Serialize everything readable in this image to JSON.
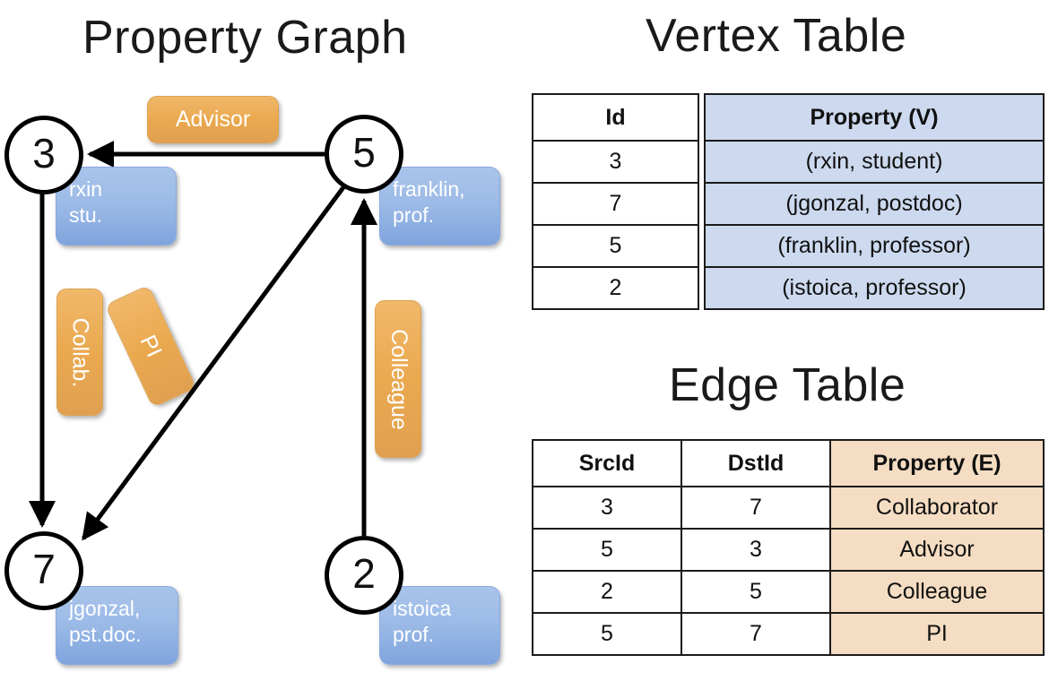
{
  "titles": {
    "property_graph": "Property Graph",
    "vertex_table": "Vertex Table",
    "edge_table": "Edge Table"
  },
  "graph": {
    "nodes": [
      {
        "id": "3",
        "property": "rxin\nstu."
      },
      {
        "id": "5",
        "property": "franklin,\nprof."
      },
      {
        "id": "7",
        "property": "jgonzal,\npst.doc."
      },
      {
        "id": "2",
        "property": "istoica\nprof."
      }
    ],
    "node_labels": {
      "n3": "3",
      "n5": "5",
      "n7": "7",
      "n2": "2"
    },
    "property_labels": {
      "p3_line1": "rxin",
      "p3_line2": "stu.",
      "p5_line1": "franklin,",
      "p5_line2": "prof.",
      "p7_line1": "jgonzal,",
      "p7_line2": "pst.doc.",
      "p2_line1": "istoica",
      "p2_line2": "prof."
    },
    "edges": [
      {
        "from": "5",
        "to": "3",
        "label": "Advisor"
      },
      {
        "from": "3",
        "to": "7",
        "label": "Collab."
      },
      {
        "from": "5",
        "to": "7",
        "label": "PI"
      },
      {
        "from": "2",
        "to": "5",
        "label": "Colleague"
      }
    ],
    "edge_labels": {
      "advisor": "Advisor",
      "collab": "Collab.",
      "pi": "PI",
      "colleague": "Colleague"
    }
  },
  "vertex_table": {
    "headers": [
      "Id",
      "Property (V)"
    ],
    "header_id": "Id",
    "header_property": "Property (V)",
    "rows": [
      {
        "id": "3",
        "property": "(rxin, student)"
      },
      {
        "id": "7",
        "property": "(jgonzal, postdoc)"
      },
      {
        "id": "5",
        "property": "(franklin, professor)"
      },
      {
        "id": "2",
        "property": "(istoica, professor)"
      }
    ]
  },
  "edge_table": {
    "headers": [
      "SrcId",
      "DstId",
      "Property (E)"
    ],
    "header_src": "SrcId",
    "header_dst": "DstId",
    "header_property": "Property (E)",
    "rows": [
      {
        "src": "3",
        "dst": "7",
        "property": "Collaborator"
      },
      {
        "src": "5",
        "dst": "3",
        "property": "Advisor"
      },
      {
        "src": "2",
        "dst": "5",
        "property": "Colleague"
      },
      {
        "src": "5",
        "dst": "7",
        "property": "PI"
      }
    ]
  },
  "colors": {
    "vertex_header_fill": "#ccd9ee",
    "edge_header_fill": "#f5ddc3",
    "node_property_blue": "#9dbbe7",
    "edge_label_orange": "#eaa94f",
    "stroke": "#000000",
    "background": "#ffffff"
  }
}
